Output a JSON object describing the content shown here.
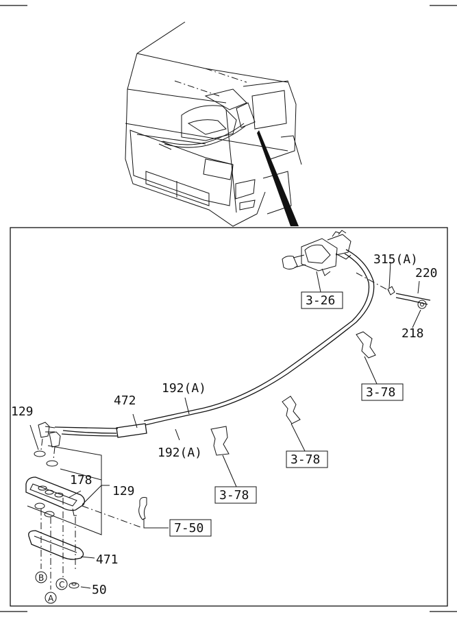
{
  "labels": {
    "p315a": "315(A)",
    "p220": "220",
    "p218": "218",
    "p472": "472",
    "p192a_top": "192(A)",
    "p192a_bot": "192(A)",
    "p129_left": "129",
    "p129_right": "129",
    "p178": "178",
    "p471": "471",
    "p50": "50"
  },
  "references": {
    "r3_26": "3-26",
    "r3_78_a": "3-78",
    "r3_78_b": "3-78",
    "r3_78_c": "3-78",
    "r7_50": "7-50"
  },
  "circled": {
    "a": "A",
    "b": "B",
    "c": "C"
  }
}
